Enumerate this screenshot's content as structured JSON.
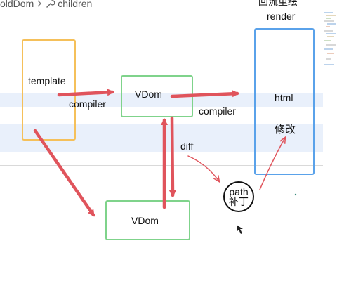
{
  "breadcrumb": {
    "item1": "oldDom",
    "item2": "children",
    "wrench_icon": "wrench-icon"
  },
  "top_text": {
    "partial_heading": "回流重绘",
    "render": "render"
  },
  "nodes": {
    "template": "template",
    "vdom_top": "VDom",
    "vdom_bottom": "VDom",
    "html": "html",
    "modify": "修改"
  },
  "edges": {
    "compiler_left": "compiler",
    "compiler_right": "compiler",
    "diff": "diff"
  },
  "patch": {
    "line1": "path",
    "line2": "补丁"
  },
  "colors": {
    "arrow": "#e0545c",
    "template_border": "#f5c05a",
    "vdom_border": "#7fd38b",
    "html_border": "#5aa2ea",
    "band": "#e9f0fb"
  }
}
